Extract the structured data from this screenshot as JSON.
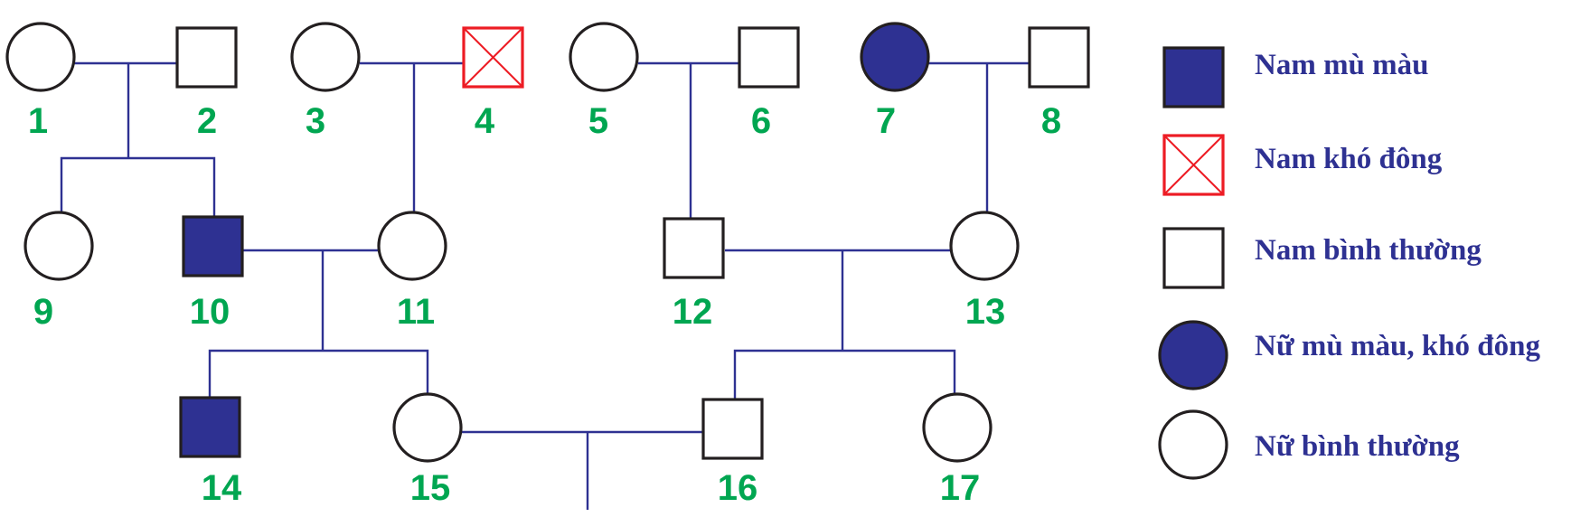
{
  "colors": {
    "line": "#2e3192",
    "outline": "#231f20",
    "fill_affected": "#2e3192",
    "fill_normal": "#ffffff",
    "hemophilia": "#ed1c24",
    "number": "#00a651",
    "legend_text": "#2e3192"
  },
  "individuals": [
    {
      "id": "1",
      "sex": "female",
      "status": "normal"
    },
    {
      "id": "2",
      "sex": "male",
      "status": "normal"
    },
    {
      "id": "3",
      "sex": "female",
      "status": "normal"
    },
    {
      "id": "4",
      "sex": "male",
      "status": "hemophilia"
    },
    {
      "id": "5",
      "sex": "female",
      "status": "normal"
    },
    {
      "id": "6",
      "sex": "male",
      "status": "normal"
    },
    {
      "id": "7",
      "sex": "female",
      "status": "colorblind-hemophilia"
    },
    {
      "id": "8",
      "sex": "male",
      "status": "normal"
    },
    {
      "id": "9",
      "sex": "female",
      "status": "normal"
    },
    {
      "id": "10",
      "sex": "male",
      "status": "colorblind"
    },
    {
      "id": "11",
      "sex": "female",
      "status": "normal"
    },
    {
      "id": "12",
      "sex": "male",
      "status": "normal"
    },
    {
      "id": "13",
      "sex": "female",
      "status": "normal"
    },
    {
      "id": "14",
      "sex": "male",
      "status": "colorblind"
    },
    {
      "id": "15",
      "sex": "female",
      "status": "normal"
    },
    {
      "id": "16",
      "sex": "male",
      "status": "normal"
    },
    {
      "id": "17",
      "sex": "female",
      "status": "normal"
    }
  ],
  "marriages": [
    {
      "partners": [
        "1",
        "2"
      ],
      "children": [
        "9",
        "10"
      ]
    },
    {
      "partners": [
        "3",
        "4"
      ],
      "children": [
        "11"
      ]
    },
    {
      "partners": [
        "5",
        "6"
      ],
      "children": [
        "12"
      ]
    },
    {
      "partners": [
        "7",
        "8"
      ],
      "children": [
        "13"
      ]
    },
    {
      "partners": [
        "10",
        "11"
      ],
      "children": [
        "14",
        "15"
      ]
    },
    {
      "partners": [
        "12",
        "13"
      ],
      "children": [
        "16",
        "17"
      ]
    },
    {
      "partners": [
        "15",
        "16"
      ],
      "children": []
    }
  ],
  "legend": [
    {
      "symbol": "male-colorblind",
      "label": "Nam mù màu"
    },
    {
      "symbol": "male-hemophilia",
      "label": "Nam khó đông"
    },
    {
      "symbol": "male-normal",
      "label": "Nam bình thường"
    },
    {
      "symbol": "female-colorblind-hemophilia",
      "label": "Nữ mù màu, khó đông"
    },
    {
      "symbol": "female-normal",
      "label": "Nữ bình thường"
    }
  ]
}
